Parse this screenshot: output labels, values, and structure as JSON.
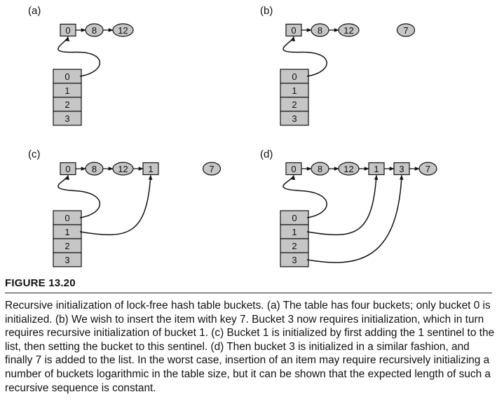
{
  "figure_title": "FIGURE 13.20",
  "caption": "Recursive initialization of lock-free hash table buckets. (a) The table has four buckets; only bucket 0 is initialized. (b) We wish to insert the item with key 7. Bucket 3 now requires initialization, which in turn requires recursive initialization of bucket 1. (c) Bucket 1 is initialized by first adding the 1 sentinel to the list, then setting the bucket to this sentinel. (d) Then bucket 3 is initialized in a similar fashion, and finally 7 is added to the list. In the worst case, insertion of an item may require recursively initializing a number of buckets logarithmic in the table size, but it can be shown that the expected length of such a recursive sequence is constant.",
  "colors": {
    "fill": "#c6c6c6",
    "stroke": "#111111"
  },
  "panels": [
    {
      "label": "(a)",
      "list": [
        {
          "key": "0",
          "kind": "sentinel"
        },
        {
          "key": "8",
          "kind": "item"
        },
        {
          "key": "12",
          "kind": "item"
        }
      ],
      "pending": null,
      "buckets": [
        "0",
        "1",
        "2",
        "3"
      ],
      "links": [
        {
          "bucket": 0,
          "node": 0
        }
      ]
    },
    {
      "label": "(b)",
      "list": [
        {
          "key": "0",
          "kind": "sentinel"
        },
        {
          "key": "8",
          "kind": "item"
        },
        {
          "key": "12",
          "kind": "item"
        }
      ],
      "pending": "7",
      "buckets": [
        "0",
        "1",
        "2",
        "3"
      ],
      "links": [
        {
          "bucket": 0,
          "node": 0
        }
      ]
    },
    {
      "label": "(c)",
      "list": [
        {
          "key": "0",
          "kind": "sentinel"
        },
        {
          "key": "8",
          "kind": "item"
        },
        {
          "key": "12",
          "kind": "item"
        },
        {
          "key": "1",
          "kind": "sentinel"
        }
      ],
      "pending": "7",
      "buckets": [
        "0",
        "1",
        "2",
        "3"
      ],
      "links": [
        {
          "bucket": 0,
          "node": 0
        },
        {
          "bucket": 1,
          "node": 3
        }
      ]
    },
    {
      "label": "(d)",
      "list": [
        {
          "key": "0",
          "kind": "sentinel"
        },
        {
          "key": "8",
          "kind": "item"
        },
        {
          "key": "12",
          "kind": "item"
        },
        {
          "key": "1",
          "kind": "sentinel"
        },
        {
          "key": "3",
          "kind": "sentinel"
        },
        {
          "key": "7",
          "kind": "item"
        }
      ],
      "pending": null,
      "buckets": [
        "0",
        "1",
        "2",
        "3"
      ],
      "links": [
        {
          "bucket": 0,
          "node": 0
        },
        {
          "bucket": 1,
          "node": 3
        },
        {
          "bucket": 3,
          "node": 4
        }
      ]
    }
  ]
}
